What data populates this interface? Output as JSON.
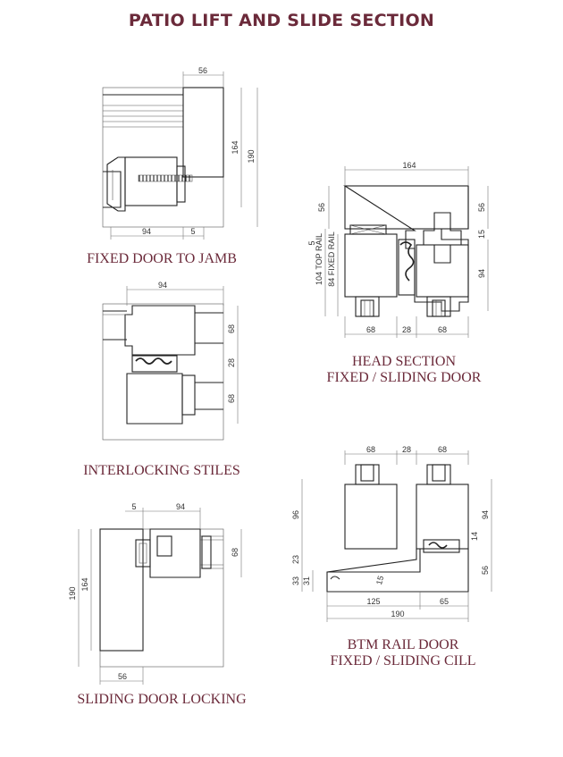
{
  "title": "PATIO LIFT AND SLIDE SECTION",
  "captions": {
    "fixed_door_to_jamb": "FIXED DOOR TO JAMB",
    "head_section_1": "HEAD SECTION",
    "head_section_2": "FIXED / SLIDING DOOR",
    "interlocking_stiles": "INTERLOCKING STILES",
    "btm_rail_1": "BTM RAIL DOOR",
    "btm_rail_2": "FIXED / SLIDING CILL",
    "sliding_door_locking": "SLIDING DOOR LOCKING"
  },
  "dims": {
    "jamb": {
      "top": "56",
      "h1": "164",
      "h2": "190",
      "b1": "94",
      "b2": "5"
    },
    "head": {
      "top": "164",
      "l56": "56",
      "l5": "5",
      "top_rail": "104 TOP RAIL",
      "fixed_rail": "84 FIXED RAIL",
      "r56": "56",
      "r15": "15",
      "r94": "94",
      "b68a": "68",
      "b28": "28",
      "b68b": "68"
    },
    "stiles": {
      "top": "94",
      "r68a": "68",
      "r28": "28",
      "r68b": "68"
    },
    "btm": {
      "t68a": "68",
      "t28": "28",
      "t68b": "68",
      "l96": "96",
      "l23": "23",
      "l33": "33",
      "l31": "31",
      "r94": "94",
      "r14": "14",
      "r56": "56",
      "b125": "125",
      "b65": "65",
      "b190": "190",
      "slope": "15"
    },
    "locking": {
      "t5": "5",
      "t94": "94",
      "l190": "190",
      "l164": "164",
      "r68": "68",
      "b56": "56"
    }
  },
  "colors": {
    "caption": "#6b2a3a",
    "line": "#222222"
  }
}
